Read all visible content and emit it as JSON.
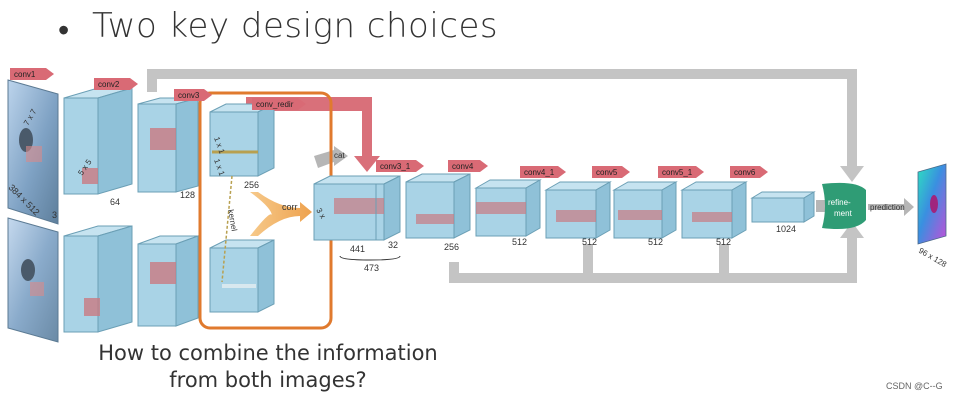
{
  "slide": {
    "bullet": "•",
    "title": "Two key design choices",
    "question_line1": "How to combine the information",
    "question_line2": "from both images?",
    "watermark": "CSDN @C--G"
  },
  "network": {
    "layer_tags": [
      "conv1",
      "conv2",
      "conv3",
      "conv_redir",
      "conv3_1",
      "conv4",
      "conv4_1",
      "conv5",
      "conv5_1",
      "conv6"
    ],
    "input_size": "384 x 512",
    "input_channels": "3",
    "kernel1": "7 x 7",
    "kernel2": "5 x 5",
    "dims": {
      "conv2": "64",
      "conv3": "128",
      "redir": "256",
      "c441": "441",
      "c32": "32",
      "c473": "473",
      "conv3_1": "256",
      "conv4": "512",
      "conv4_1": "512",
      "conv5": "512",
      "conv5_1": "512",
      "conv6": "1024"
    },
    "kernel_1x1_a": "1 x 1",
    "kernel_1x1_b": "1 x 1",
    "kernel_3x": "3 x",
    "kernel_label": "kernel",
    "corr_label": "corr",
    "concat_label": "cat",
    "refinement_line1": "refine-",
    "refinement_line2": "ment",
    "prediction_label": "prediction",
    "output_size": "96 x 128"
  },
  "colors": {
    "box_fill": "#a9d3e6",
    "box_edge": "#6b9fb5",
    "tag": "#d96a75",
    "skip_arrow": "#c0c0c0",
    "redir_arrow": "#d9707a",
    "corr_arrow": "#f1b66a",
    "highlight_box": "#e07a2e",
    "refinement": "#2f9c75"
  }
}
